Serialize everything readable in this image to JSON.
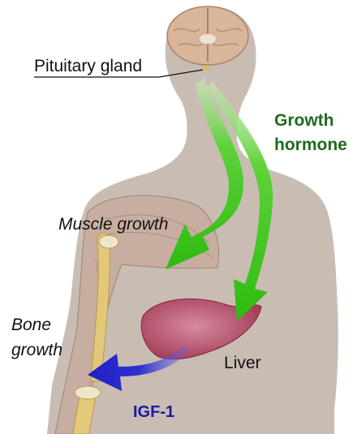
{
  "labels": {
    "pituitary_gland": "Pituitary gland",
    "growth_hormone_line1": "Growth",
    "growth_hormone_line2": "hormone",
    "muscle_growth": "Muscle growth",
    "bone_growth_line1": "Bone",
    "bone_growth_line2": "growth",
    "liver": "Liver",
    "igf1": "IGF-1"
  },
  "colors": {
    "body_silhouette": "#c9bdb3",
    "growth_hormone_arrow": "#3cc41c",
    "igf1_arrow": "#2323cc",
    "liver": "#b44a66",
    "muscle": "#c8aea0",
    "bone": "#e2c97a",
    "brain": "#d9b59a"
  }
}
